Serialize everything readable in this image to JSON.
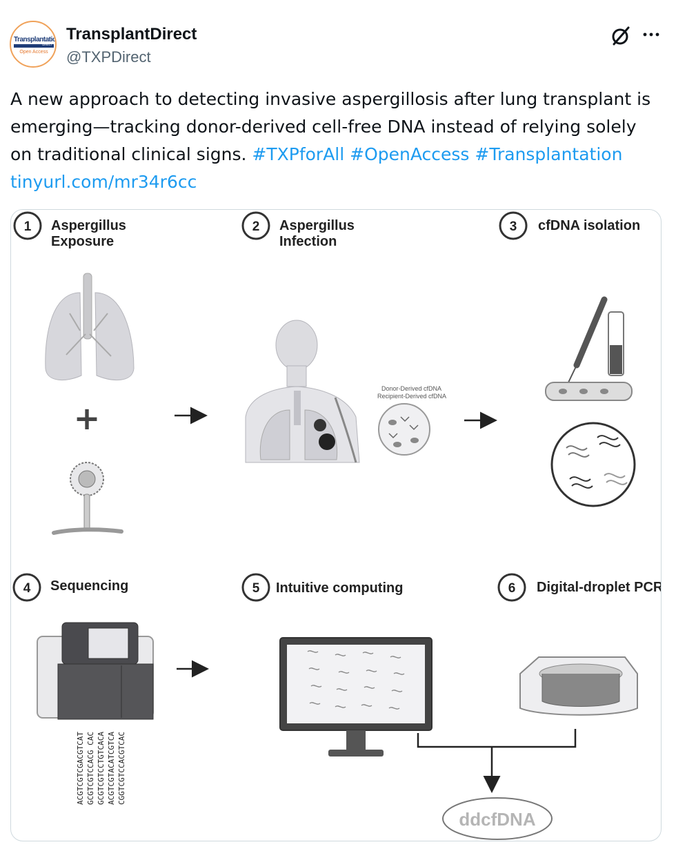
{
  "account": {
    "name": "TransplantDirect",
    "handle": "@TXPDirect",
    "avatar_logo_text": "Transplantation",
    "avatar_logo_sub": "DIRECT",
    "avatar_oa": "Open Access"
  },
  "tweet": {
    "text": "A new approach to detecting invasive aspergillosis after lung transplant is emerging—tracking donor-derived cell-free DNA instead of relying solely on traditional clinical signs.",
    "hashtags": [
      "#TXPforAll",
      "#OpenAccess",
      "#Transplantation"
    ],
    "link": "tinyurl.com/mr34r6cc"
  },
  "figure": {
    "steps": [
      {
        "num": "1",
        "line1": "Aspergillus",
        "line2": "Exposure"
      },
      {
        "num": "2",
        "line1": "Aspergillus",
        "line2": "Infection"
      },
      {
        "num": "3",
        "line1": "cfDNA isolation",
        "line2": ""
      },
      {
        "num": "4",
        "line1": "Sequencing",
        "line2": ""
      },
      {
        "num": "5",
        "line1": "Intuitive computing",
        "line2": ""
      },
      {
        "num": "6",
        "line1": "Digital-droplet PCR",
        "line2": ""
      }
    ],
    "legend_donor": "Donor-Derived cfDNA",
    "legend_recipient": "Recipient-Derived cfDNA",
    "sequences": [
      "ACGTCGTCGACGTCAT",
      "GCGTCGTCCACG CAC",
      "GCGTCGTCCTGTCACA",
      "ACGTCGTACATCGTCA",
      "CGGTCGTCCACGTCAC"
    ],
    "result_label": "ddcfDNA"
  },
  "icons": [
    "grok-icon",
    "more-icon"
  ],
  "colors": {
    "link": "#1d9bf0",
    "text": "#0f1419",
    "secondary": "#536471",
    "border": "#cfd9de"
  }
}
